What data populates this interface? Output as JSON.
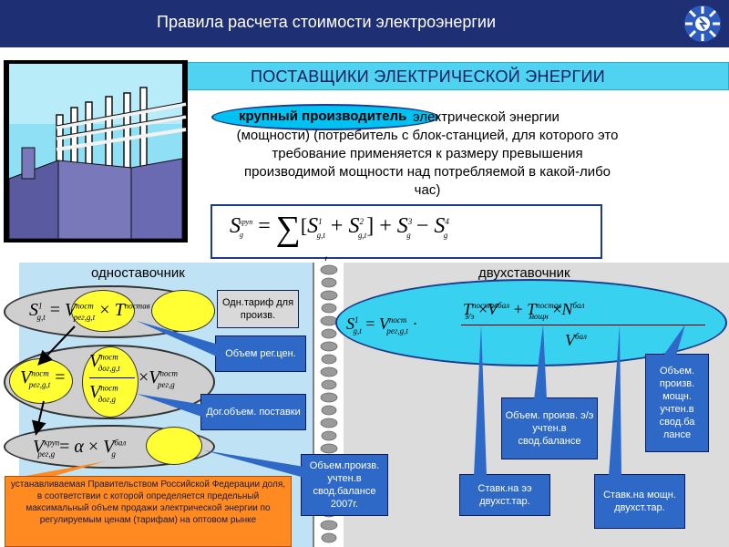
{
  "header": {
    "title": "Правила расчета стоимости электроэнергии"
  },
  "banner": {
    "text": "ПОСТАВЩИКИ ЭЛЕКТРИЧЕСКОЙ ЭНЕРГИИ"
  },
  "description": {
    "highlight": "крупный производитель",
    "first_line": "электрической энергии",
    "rest": "(мощности) (потребитель с блок-станцией, для которого это требование применяется к размеру превышения производимой мощности над потребляемой в какой-либо час)"
  },
  "panels": {
    "left_title": "одноставочник",
    "right_title": "двухставочник"
  },
  "callouts": {
    "one_tariff": "Одн.тариф для произв.",
    "reg_volume": "Объем рег.цен.",
    "contract_volume": "Дог.объем. поставки",
    "balance_volume": "Объем.произв. учтен.в свод.балансе 2007г.",
    "energy_in_balance": "Объем. произв. э/э учтен.в свод.балансе",
    "power_in_balance": "Объем. произв. мощн. учтен.в свод.ба лансе",
    "energy_rate": "Ставк.на ээ двухст.тар.",
    "power_rate": "Ставк.на мощн. двухст.тар."
  },
  "note": "устанавливаемая Правительством Российской Федерации доля, в соответствии с которой определяется предельный максимальный объем продажи электрической энергии по регулируемым ценам (тарифам) на оптовом рынке",
  "colors": {
    "header_bg": "#1f2f73",
    "banner_bg": "#4fd3f1",
    "left_panel_bg": "#bfe3f5",
    "right_panel_bg": "#dcdcdc",
    "callout_blue": "#2e69c8",
    "note_orange": "#ff8a21",
    "highlight_yellow": "#ffff33"
  }
}
